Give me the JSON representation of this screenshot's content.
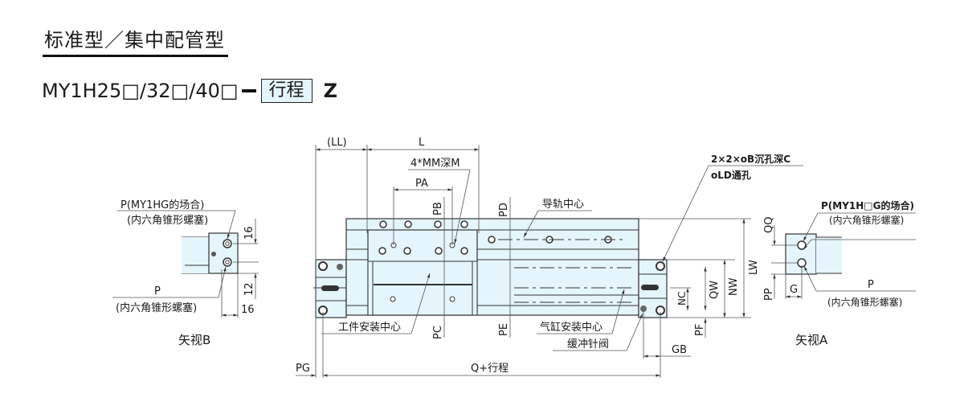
{
  "header": {
    "title": "标准型／集中配管型",
    "model_prefix": "MY1H25",
    "model_sep1": "/32",
    "model_sep2": "/40",
    "placeholder_glyph": "□",
    "stroke_label": "行程",
    "suffix": "Z"
  },
  "colors": {
    "body_fill": "#e4f5fb",
    "line": "#333333",
    "stroke_box_fill": "#e4f5fb"
  },
  "view_b": {
    "caption": "矢视B",
    "port_top_label": "P(MY1HG的场合)",
    "port_top_sub": "(内六角锥形螺塞)",
    "port_bottom_label": "P",
    "port_bottom_sub": "(内六角锥形螺塞)",
    "dim_16_top": "16",
    "dim_12": "12",
    "dim_16_bottom": "16"
  },
  "view_a": {
    "caption": "矢视A",
    "port_top_label": "P(MY1H□G的场合)",
    "port_top_sub": "(内六角锥形螺塞)",
    "port_bottom_label": "P",
    "port_bottom_sub": "(内六角锥形螺塞)",
    "dim_qq": "QQ",
    "dim_pp": "PP",
    "dim_g": "G"
  },
  "main_view": {
    "dim_ll": "(LL)",
    "dim_l": "L",
    "hole_callout": "4*MM深M",
    "dim_pa": "PA",
    "dim_pb": "PB",
    "dim_pd": "PD",
    "rail_center": "导轨中心",
    "counterbore_line1": "2×2×oB沉孔深C",
    "counterbore_line2": "oLD通孔",
    "dim_lw": "LW",
    "dim_nw": "NW",
    "dim_qw": "QW",
    "dim_nc": "NC",
    "dim_pf": "PF",
    "dim_pe": "PE",
    "dim_pc": "PC",
    "work_center": "工件安装中心",
    "cyl_center": "气缸安装中心",
    "cushion_needle": "缓冲针阀",
    "dim_gb": "GB",
    "dim_pg": "PG",
    "dim_q_stroke": "Q+行程"
  }
}
